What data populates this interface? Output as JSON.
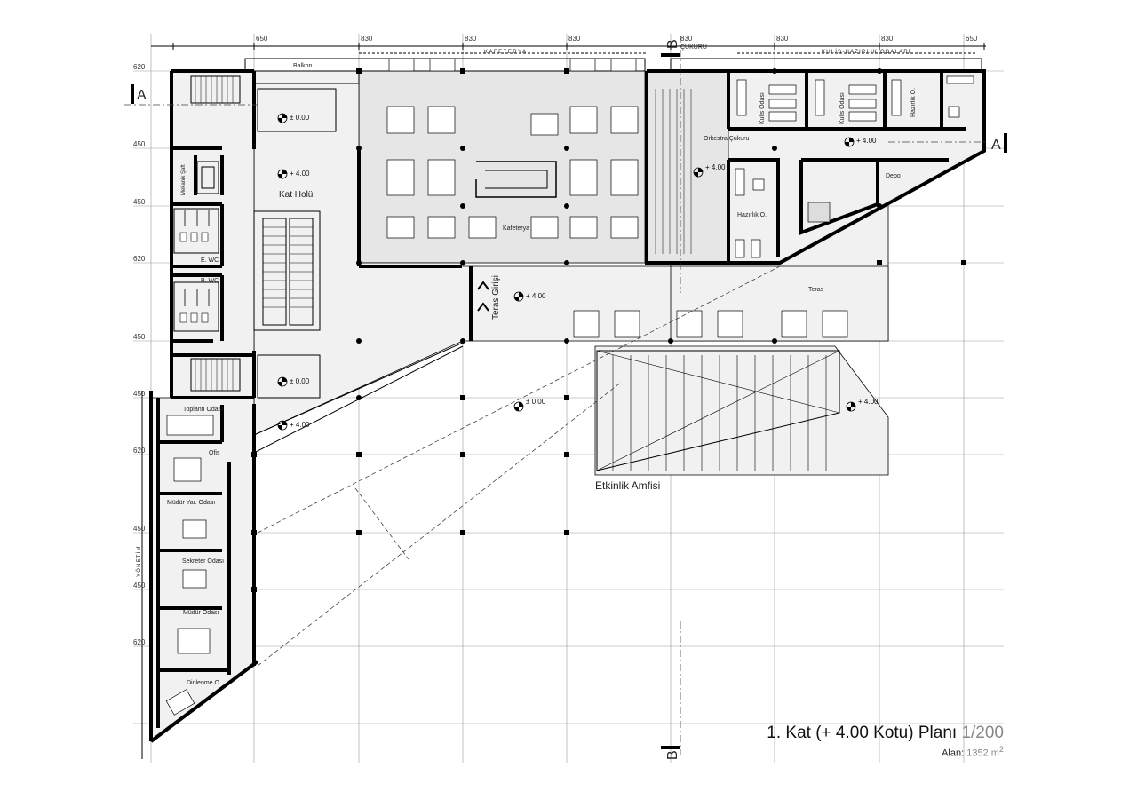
{
  "title": {
    "main": "1. Kat (+ 4.00 Kotu) Planı",
    "scale": "1/200",
    "area_label": "Alan:",
    "area_value": "1352 m",
    "area_unit_sup": "2"
  },
  "dimensions_top": [
    "650",
    "830",
    "830",
    "830",
    "830",
    "830",
    "830",
    "650"
  ],
  "dimensions_left": [
    "620",
    "450",
    "450",
    "620",
    "450",
    "450",
    "620",
    "450",
    "450",
    "620"
  ],
  "zone_labels_top": {
    "kafeterya": "KAFETERYA",
    "cukuru": "ÇUKURU",
    "kulis": "KULİS-HAZIRLIK ODALARI"
  },
  "zone_label_left": "YÖNETİM",
  "section_marks": {
    "a": "A",
    "b": "B"
  },
  "rooms": {
    "balkon": "Balkon",
    "kat_holu": "Kat Holü",
    "kafeterya": "Kafeterya",
    "teras_girisi": "Teras Girişi",
    "teras": "Teras",
    "etkinlik_amfisi": "Etkinlik Amfisi",
    "orkestra_cukuru": "Orkestra Çukuru",
    "kulis_odasi_1": "Kulis Odası",
    "kulis_odasi_2": "Kulis Odası",
    "hazirlik_o_1": "Hazırlık O.",
    "hazirlik_o_2": "Hazırlık O.",
    "depo": "Depo",
    "mekanik_saft": "Mekanik Şaft",
    "e_wc": "E. WC",
    "b_wc": "B. WC",
    "toplanti_odasi": "Toplantı Odası",
    "ofis": "Ofis",
    "mudur_yar_odasi": "Müdür Yar. Odası",
    "sekreter_odasi": "Sekreter Odası",
    "mudur_odasi": "Müdür Odası",
    "dinlenme_o": "Dinlenme O."
  },
  "levels": {
    "balkon_void": "± 0.00",
    "kat_holu": "+ 4.00",
    "lower_void": "± 0.00",
    "lobby_lower": "+ 4.00",
    "teras_girisi": "+ 4.00",
    "plaza": "± 0.00",
    "amphi_top": "+ 4.00",
    "cukuru": "+ 4.00",
    "kulis": "+ 4.00"
  }
}
